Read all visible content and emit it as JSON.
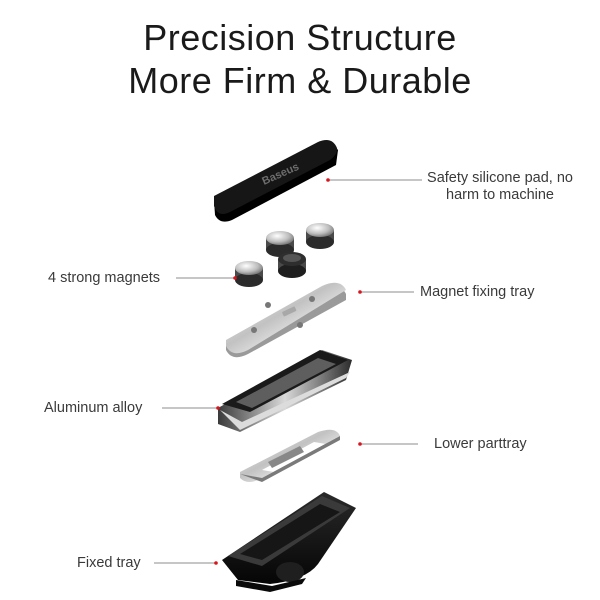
{
  "heading": {
    "line1": "Precision Structure",
    "line2": "More Firm & Durable"
  },
  "pad_logo_text": "Baseus",
  "callouts": {
    "silicone_pad_line1": "Safety silicone pad, no",
    "silicone_pad_line2": "harm to machine",
    "magnets": "4 strong magnets",
    "magnet_tray": "Magnet fixing tray",
    "aluminum": "Aluminum alloy",
    "lower_tray": "Lower parttray",
    "fixed_tray": "Fixed tray"
  },
  "colors": {
    "leader_line": "#8c8c8c",
    "leader_dot": "#d8141c",
    "pad": "#141414",
    "metal": "#c9c9c9"
  }
}
